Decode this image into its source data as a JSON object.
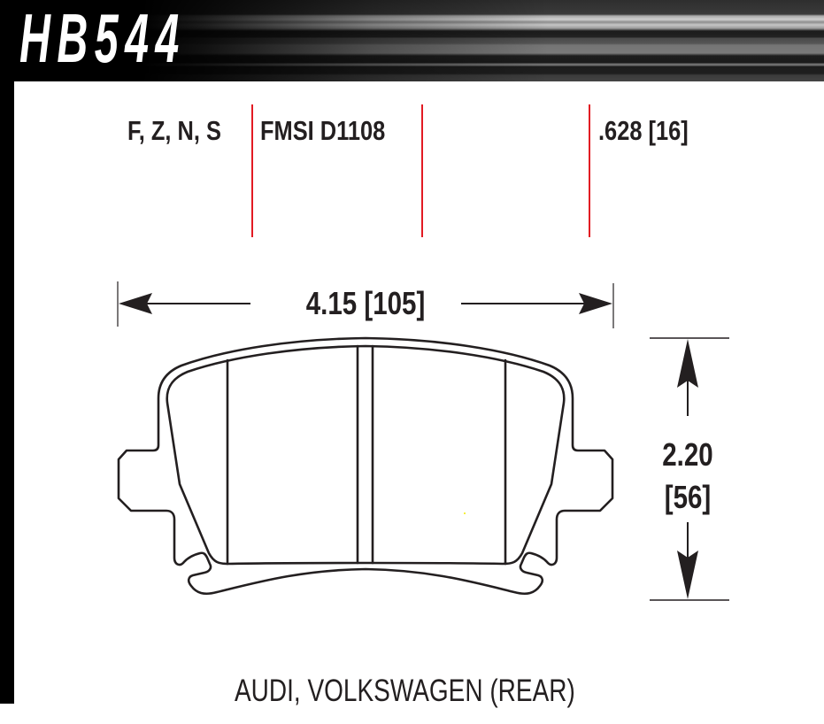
{
  "header": {
    "part_number": "HB544"
  },
  "specs": {
    "compounds": "F, Z, N, S",
    "fmsi": "FMSI D1108",
    "thickness": ".628 [16]"
  },
  "dimensions": {
    "width": "4.15 [105]",
    "height_in": "2.20",
    "height_mm": "[56]"
  },
  "caption": "AUDI, VOLKSWAGEN (REAR)",
  "colors": {
    "accent_red": "#e21b23",
    "ink": "#231f20",
    "header_bg": "#000000"
  }
}
